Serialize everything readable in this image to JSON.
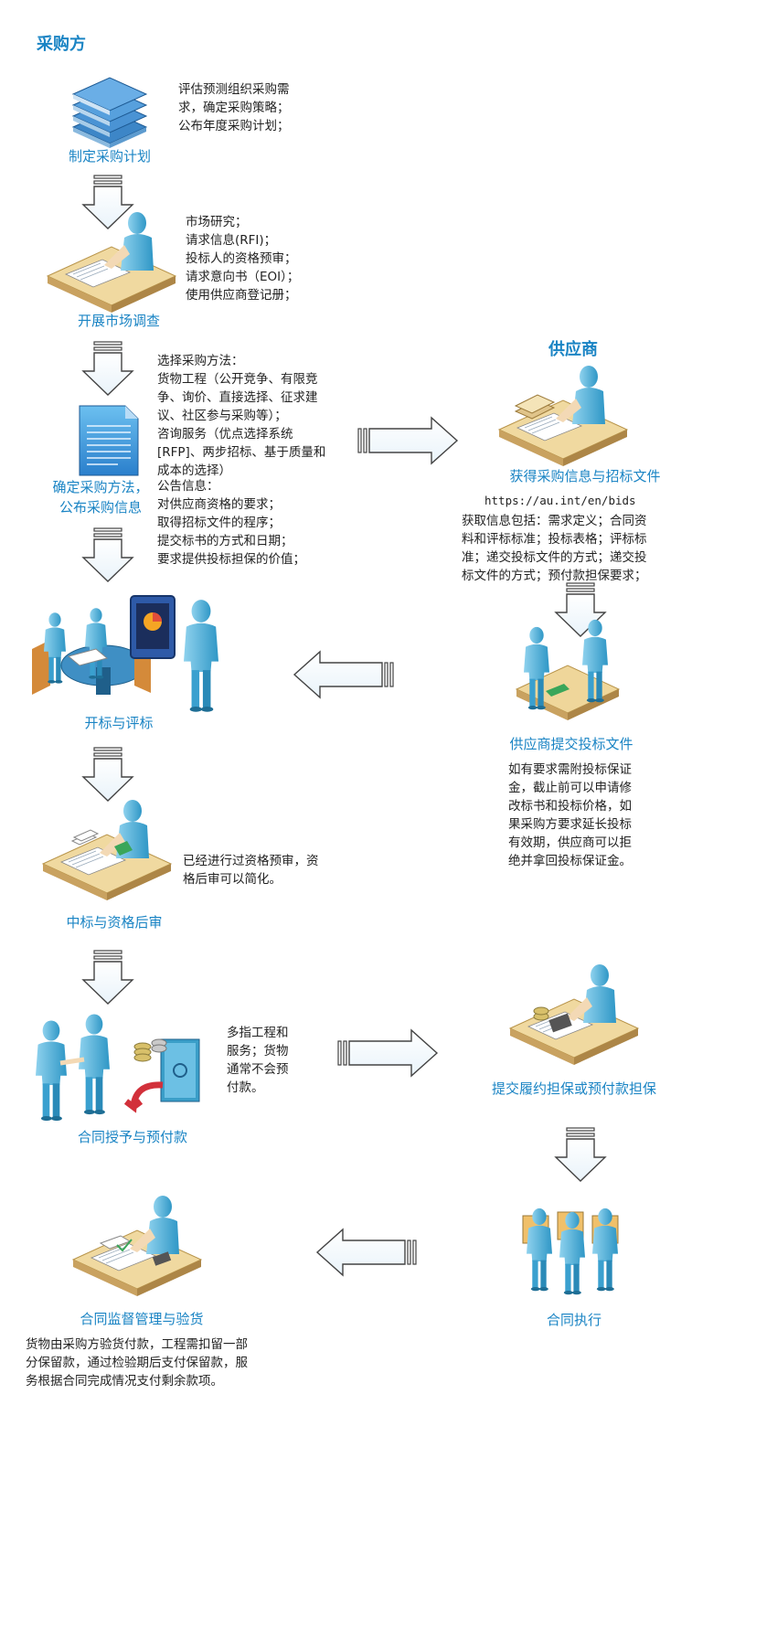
{
  "headers": {
    "buyer": "采购方",
    "supplier": "供应商"
  },
  "steps": {
    "plan": {
      "label": "制定采购计划",
      "desc": [
        "评估预测组织采购需",
        "求，确定采购策略；",
        "公布年度采购计划；"
      ]
    },
    "market": {
      "label": "开展市场调查",
      "desc": [
        "市场研究；",
        "请求信息(RFI)；",
        "投标人的资格预审；",
        "请求意向书（EOI）；",
        "使用供应商登记册；"
      ]
    },
    "method": {
      "label": [
        "确定采购方法，",
        "公布采购信息"
      ],
      "desc1": [
        "选择采购方法：",
        "货物工程（公开竞争、有限竞",
        "争、询价、直接选择、征求建",
        "议、社区参与采购等）；",
        "咨询服务（优点选择系统",
        "[RFP]、两步招标、基于质量和",
        "成本的选择）"
      ],
      "desc2": [
        "公告信息：",
        "对供应商资格的要求；",
        "取得招标文件的程序；",
        "提交标书的方式和日期；",
        "要求提供投标担保的价值；"
      ]
    },
    "obtain": {
      "label": "获得采购信息与招标文件",
      "url": "https://au.int/en/bids",
      "desc": [
        "获取信息包括：需求定义；合同资",
        "料和评标标准；投标表格；评标标",
        "准；递交投标文件的方式；递交投",
        "标文件的方式；预付款担保要求；"
      ]
    },
    "open": {
      "label": "开标与评标"
    },
    "submit": {
      "label": "供应商提交投标文件",
      "desc": [
        "如有要求需附投标保证",
        "金，截止前可以申请修",
        "改标书和投标价格，如",
        "果采购方要求延长投标",
        "有效期，供应商可以拒",
        "绝并拿回投标保证金。"
      ]
    },
    "award": {
      "label": "中标与资格后审",
      "desc": [
        "已经进行过资格预审，资",
        "格后审可以简化。"
      ]
    },
    "contract": {
      "label": "合同授予与预付款",
      "desc": [
        "多指工程和",
        "服务；货物",
        "通常不会预",
        "付款。"
      ]
    },
    "guarantee": {
      "label": "提交履约担保或预付款担保"
    },
    "supervise": {
      "label": "合同监督管理与验货",
      "desc": [
        "货物由采购方验货付款，工程需扣留一部",
        "分保留款，通过检验期后支付保留款，服",
        "务根据合同完成情况支付剩余款项。"
      ]
    },
    "execute": {
      "label": "合同执行"
    }
  },
  "colors": {
    "accent": "#1a84c4",
    "person": "#5cb8dc",
    "skin": "#f3d9b5",
    "desk": "#e6c886",
    "doc": "#4aa3e0"
  }
}
